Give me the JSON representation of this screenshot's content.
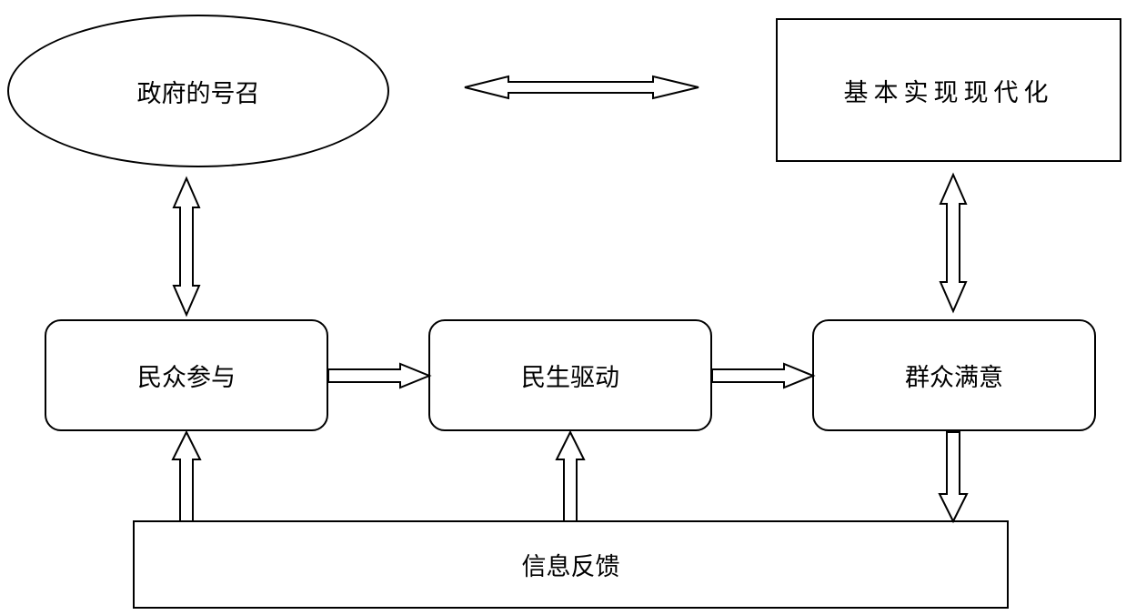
{
  "nodes": {
    "gov_call": "政府的号召",
    "modernization": "基本实现现代化",
    "participation": "民众参与",
    "livelihood": "民生驱动",
    "satisfaction": "群众满意",
    "feedback": "信息反馈"
  },
  "colors": {
    "stroke": "#000000",
    "background": "#ffffff"
  }
}
